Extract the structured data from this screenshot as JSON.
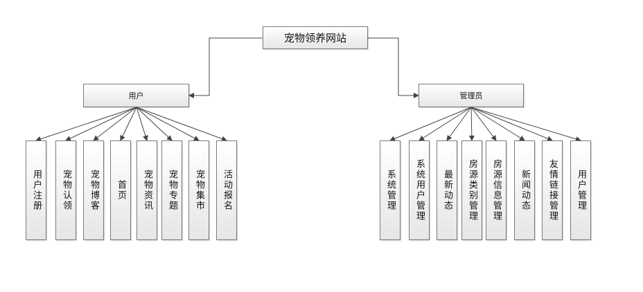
{
  "root": "宠物领养网站",
  "branches": [
    {
      "label": "用户",
      "children": [
        "用户注册",
        "宠物认领",
        "宠物博客",
        "首页",
        "宠物资讯",
        "宠物专题",
        "宠物集市",
        "活动报名"
      ]
    },
    {
      "label": "管理员",
      "children": [
        "系统管理",
        "系统用户管理",
        "最新动态",
        "房源类别管理",
        "房源信息管理",
        "新闻动态",
        "友情链接管理",
        "用户管理"
      ]
    }
  ]
}
